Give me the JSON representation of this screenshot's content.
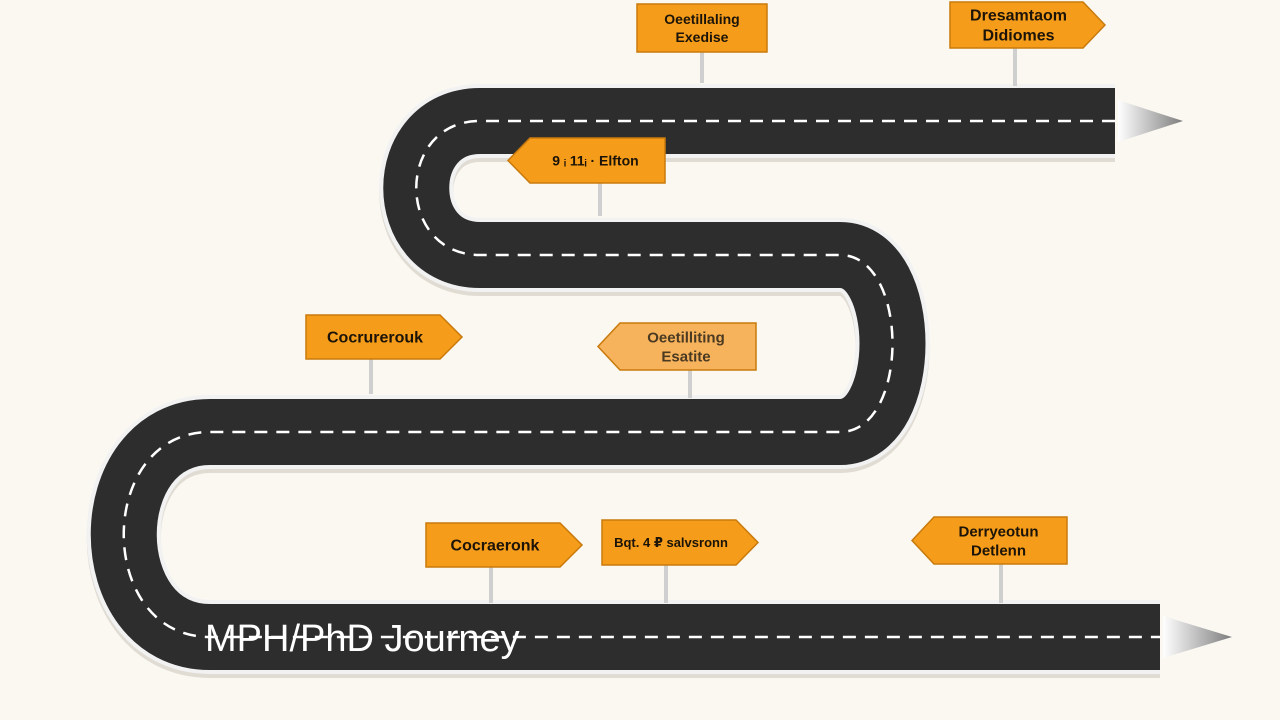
{
  "title": "MPH/PhD Journey",
  "colors": {
    "background": "#faf8f1",
    "road": "#2d2d2d",
    "road_edge": "#f2f2f2",
    "lane_marking": "#ffffff",
    "sign": "#f59c1a",
    "sign_faded": "#f7b25c",
    "sign_border": "#c97a0c",
    "post": "#cfcfcf",
    "arrow": "#9a9a9a"
  },
  "signs": [
    {
      "id": "top-center",
      "lines": [
        "Oeetillaling",
        "Exedise"
      ],
      "direction": "none",
      "faded": false
    },
    {
      "id": "top-right",
      "lines": [
        "Dresamtaom",
        "Didiomes"
      ],
      "direction": "right",
      "faded": false
    },
    {
      "id": "upper-middle",
      "lines": [
        "9 ᵢ  11ᵢ · Elfton"
      ],
      "direction": "left",
      "faded": false
    },
    {
      "id": "middle-left",
      "lines": [
        "Cocrurerouk"
      ],
      "direction": "right",
      "faded": false
    },
    {
      "id": "middle-center",
      "lines": [
        "Oeetilliting",
        "Esatite"
      ],
      "direction": "left",
      "faded": true
    },
    {
      "id": "bottom-left",
      "lines": [
        "Cocraeronk"
      ],
      "direction": "right",
      "faded": false
    },
    {
      "id": "bottom-center",
      "lines": [
        "Bqt. 4 ₽ salvsronn"
      ],
      "direction": "right",
      "faded": false
    },
    {
      "id": "bottom-right",
      "lines": [
        "Derryeotun",
        "Detlenn"
      ],
      "direction": "left",
      "faded": false
    }
  ]
}
